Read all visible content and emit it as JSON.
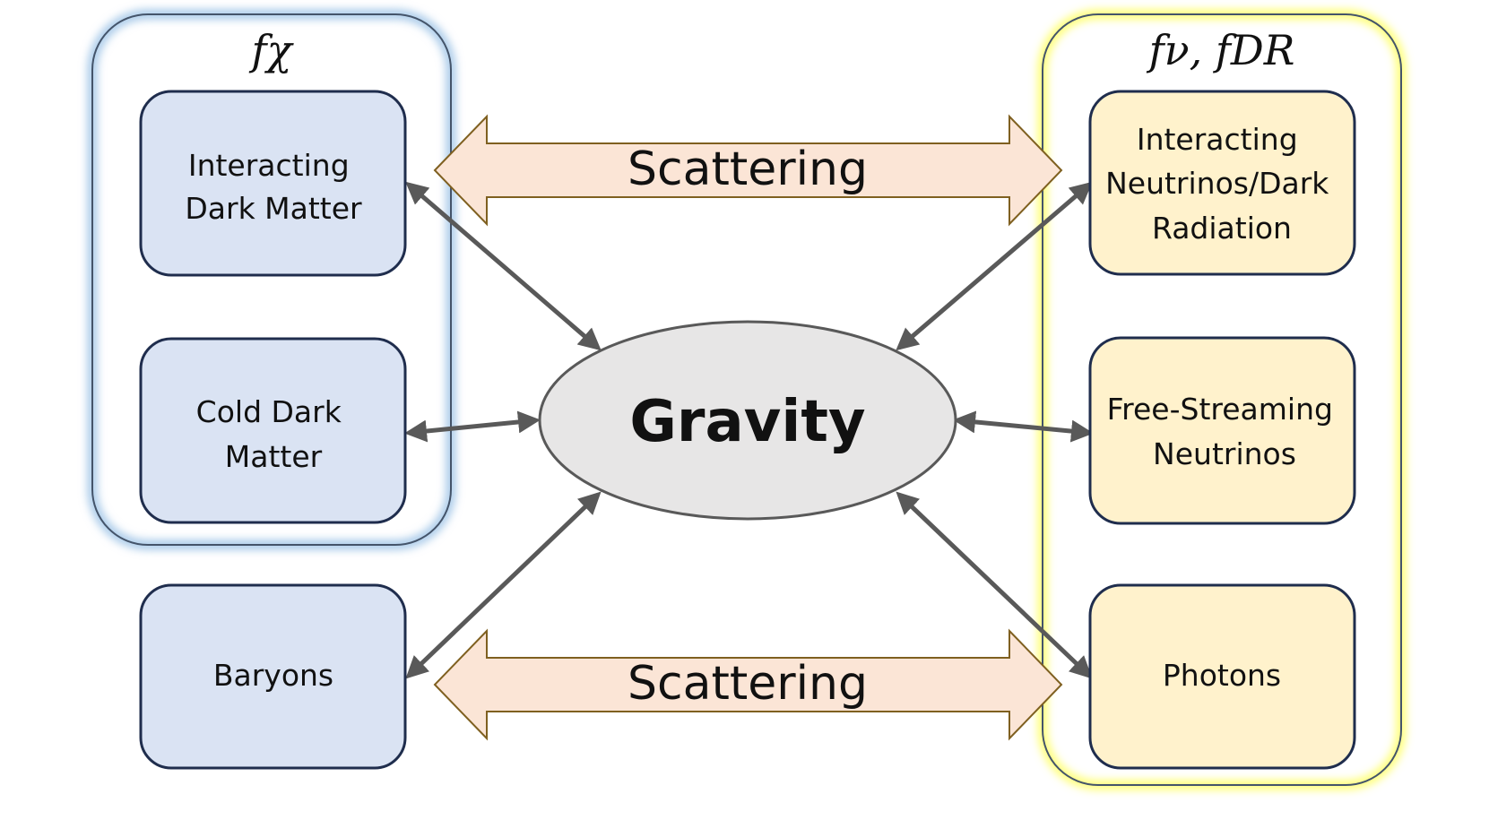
{
  "groups": {
    "left": {
      "label": "fχ"
    },
    "right": {
      "label": "fν, fDR"
    }
  },
  "nodes": {
    "interacting_dm": {
      "lines": [
        "Interacting",
        "Dark Matter"
      ]
    },
    "cold_dm": {
      "lines": [
        "Cold Dark",
        "Matter"
      ]
    },
    "baryons": {
      "lines": [
        "Baryons"
      ]
    },
    "interacting_nu": {
      "lines": [
        "Interacting",
        "Neutrinos/Dark",
        "Radiation"
      ]
    },
    "free_nu": {
      "lines": [
        "Free-Streaming",
        "Neutrinos"
      ]
    },
    "photons": {
      "lines": [
        "Photons"
      ]
    },
    "gravity": {
      "label": "Gravity"
    }
  },
  "scattering": {
    "top": "Scattering",
    "bottom": "Scattering"
  },
  "colors": {
    "blue_fill": "#dae3f3",
    "yellow_fill": "#fff2cc",
    "box_stroke": "#1f2d4d",
    "scatter_fill": "#fbe5d6",
    "scatter_stroke": "#7f6020",
    "gravity_fill": "#e7e6e6",
    "connector": "#595959",
    "blue_glow": "#9dc3e6",
    "yellow_glow": "#ffff66"
  }
}
